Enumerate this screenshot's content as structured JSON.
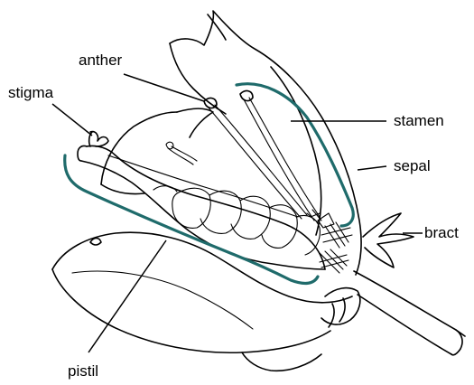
{
  "labels": {
    "anther": "anther",
    "stigma": "stigma",
    "stamen": "stamen",
    "sepal": "sepal",
    "bract": "bract",
    "pistil": "pistil"
  },
  "colors": {
    "ink": "#000000",
    "bracket": "#1f6b6b",
    "background": "#ffffff"
  }
}
